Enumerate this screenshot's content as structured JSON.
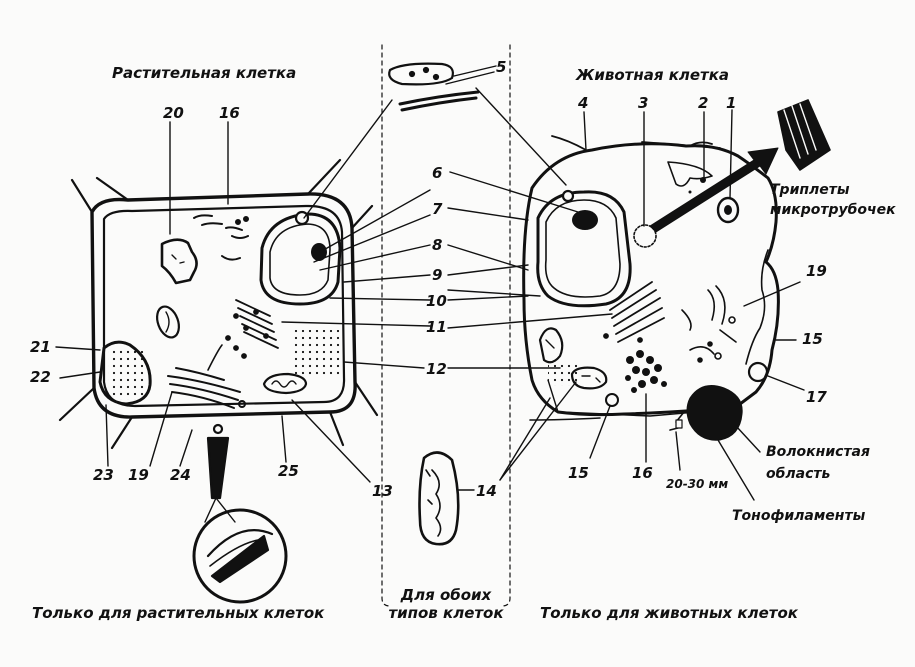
{
  "titles": {
    "plant": "Растительная клетка",
    "animal": "Животная клетка"
  },
  "captions": {
    "plant_only": "Только для растительных клеток",
    "both": "Для обоих типов клеток",
    "animal_only": "Только для животных клеток"
  },
  "labels": {
    "triplets": "Триплеты",
    "microtubules": "микротрубочек",
    "fibrous": "Волокнистая",
    "region": "область",
    "distance": "20-30 мм",
    "tonofilaments": "Тонофиламенты"
  },
  "numbers": {
    "n1": "1",
    "n2": "2",
    "n3": "3",
    "n4": "4",
    "n5": "5",
    "n6": "6",
    "n7": "7",
    "n8": "8",
    "n9": "9",
    "n10": "10",
    "n11": "11",
    "n12": "12",
    "n13": "13",
    "n14": "14",
    "n15": "15",
    "n16": "16",
    "n17": "17",
    "n19": "19",
    "n20": "20",
    "n21": "21",
    "n22": "22",
    "n23": "23",
    "n24": "24",
    "n25": "25"
  },
  "colors": {
    "ink": "#111111",
    "paper": "#fbfbfa"
  }
}
